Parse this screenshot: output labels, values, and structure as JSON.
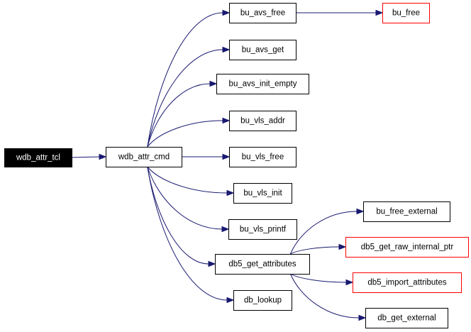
{
  "colors": {
    "edge": "#191970",
    "border_default": "#000000",
    "border_truncated": "#ff0000",
    "root_fill": "#000000",
    "root_text": "#ffffff",
    "node_fill": "#ffffff",
    "node_text": "#000000"
  },
  "nodes": [
    {
      "id": "wdb_attr_tcl",
      "label": "wdb_attr_tcl",
      "style": "root"
    },
    {
      "id": "wdb_attr_cmd",
      "label": "wdb_attr_cmd",
      "style": "normal"
    },
    {
      "id": "bu_avs_free",
      "label": "bu_avs_free",
      "style": "normal"
    },
    {
      "id": "bu_free",
      "label": "bu_free",
      "style": "truncated"
    },
    {
      "id": "bu_avs_get",
      "label": "bu_avs_get",
      "style": "normal"
    },
    {
      "id": "bu_avs_init_empty",
      "label": "bu_avs_init_empty",
      "style": "normal"
    },
    {
      "id": "bu_vls_addr",
      "label": "bu_vls_addr",
      "style": "normal"
    },
    {
      "id": "bu_vls_free",
      "label": "bu_vls_free",
      "style": "normal"
    },
    {
      "id": "bu_vls_init",
      "label": "bu_vls_init",
      "style": "normal"
    },
    {
      "id": "bu_vls_printf",
      "label": "bu_vls_printf",
      "style": "normal"
    },
    {
      "id": "db5_get_attributes",
      "label": "db5_get_attributes",
      "style": "normal"
    },
    {
      "id": "db_lookup",
      "label": "db_lookup",
      "style": "normal"
    },
    {
      "id": "bu_free_external",
      "label": "bu_free_external",
      "style": "normal"
    },
    {
      "id": "db5_get_raw_internal_ptr",
      "label": "db5_get_raw_internal_ptr",
      "style": "truncated"
    },
    {
      "id": "db5_import_attributes",
      "label": "db5_import_attributes",
      "style": "truncated"
    },
    {
      "id": "db_get_external",
      "label": "db_get_external",
      "style": "normal"
    }
  ],
  "edges": [
    {
      "from": "wdb_attr_tcl",
      "to": "wdb_attr_cmd"
    },
    {
      "from": "wdb_attr_cmd",
      "to": "bu_avs_free"
    },
    {
      "from": "wdb_attr_cmd",
      "to": "bu_avs_get"
    },
    {
      "from": "wdb_attr_cmd",
      "to": "bu_avs_init_empty"
    },
    {
      "from": "wdb_attr_cmd",
      "to": "bu_vls_addr"
    },
    {
      "from": "wdb_attr_cmd",
      "to": "bu_vls_free"
    },
    {
      "from": "wdb_attr_cmd",
      "to": "bu_vls_init"
    },
    {
      "from": "wdb_attr_cmd",
      "to": "bu_vls_printf"
    },
    {
      "from": "wdb_attr_cmd",
      "to": "db5_get_attributes"
    },
    {
      "from": "wdb_attr_cmd",
      "to": "db_lookup"
    },
    {
      "from": "bu_avs_free",
      "to": "bu_free"
    },
    {
      "from": "db5_get_attributes",
      "to": "bu_free_external"
    },
    {
      "from": "db5_get_attributes",
      "to": "db5_get_raw_internal_ptr"
    },
    {
      "from": "db5_get_attributes",
      "to": "db5_import_attributes"
    },
    {
      "from": "db5_get_attributes",
      "to": "db_get_external"
    }
  ]
}
